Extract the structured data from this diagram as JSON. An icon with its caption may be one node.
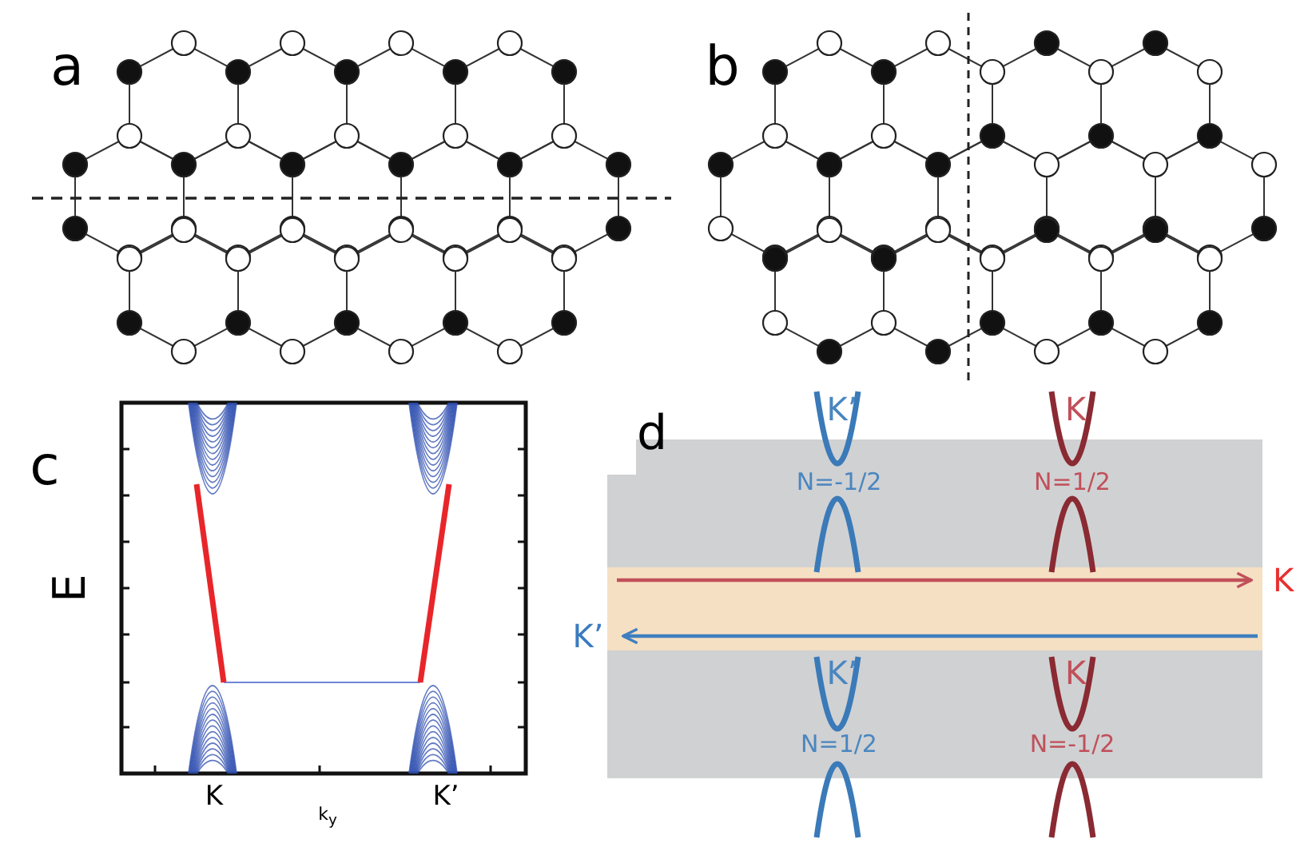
{
  "diagram": {
    "labels": [
      "a",
      "b",
      "c",
      "d",
      "K’",
      "K",
      "N=-1/2",
      "N=1/2",
      "E",
      "K",
      "K’",
      "K’",
      "K",
      "N=1/2",
      "N=-1/2",
      "K",
      "k$_{y}$",
      "K’"
    ]
  }
}
